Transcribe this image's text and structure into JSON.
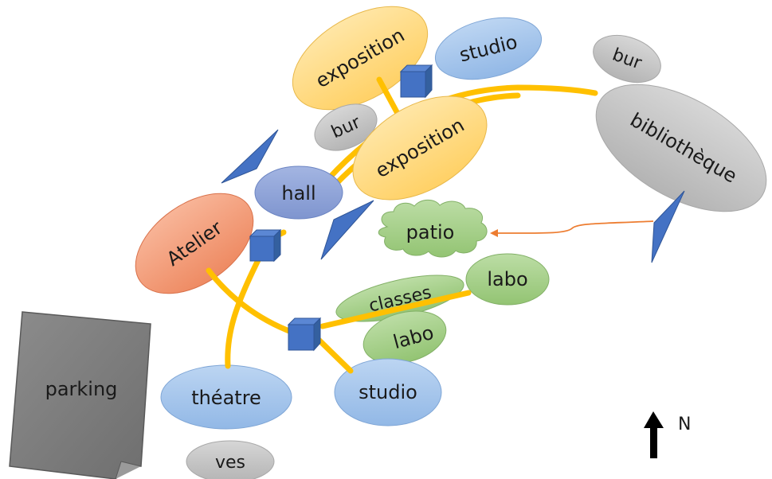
{
  "labels": {
    "exposition_top": "exposition",
    "studio_top": "studio",
    "bur_right": "bur",
    "bur_left": "bur",
    "exposition_mid": "exposition",
    "bibliotheque": "bibliothèque",
    "hall": "hall",
    "patio": "patio",
    "atelier": "Atelier",
    "labo_right": "labo",
    "classes": "classes",
    "labo_low": "labo",
    "parking": "parking",
    "theatre": "théatre",
    "studio_bottom": "studio",
    "ves": "ves",
    "north": "N"
  },
  "colors": {
    "yellow_zone": "#FFD980",
    "blue_zone": "#A9C8EE",
    "grey_zone": "#C4C4C4",
    "purple_zone": "#8EA5DA",
    "green_zone": "#A9D18E",
    "atelier_zone": "#F4A07E",
    "corridor": "#FFC000",
    "connector": "#4472C4",
    "arrow": "#ED7D31",
    "parking": "#7F7F7F"
  }
}
